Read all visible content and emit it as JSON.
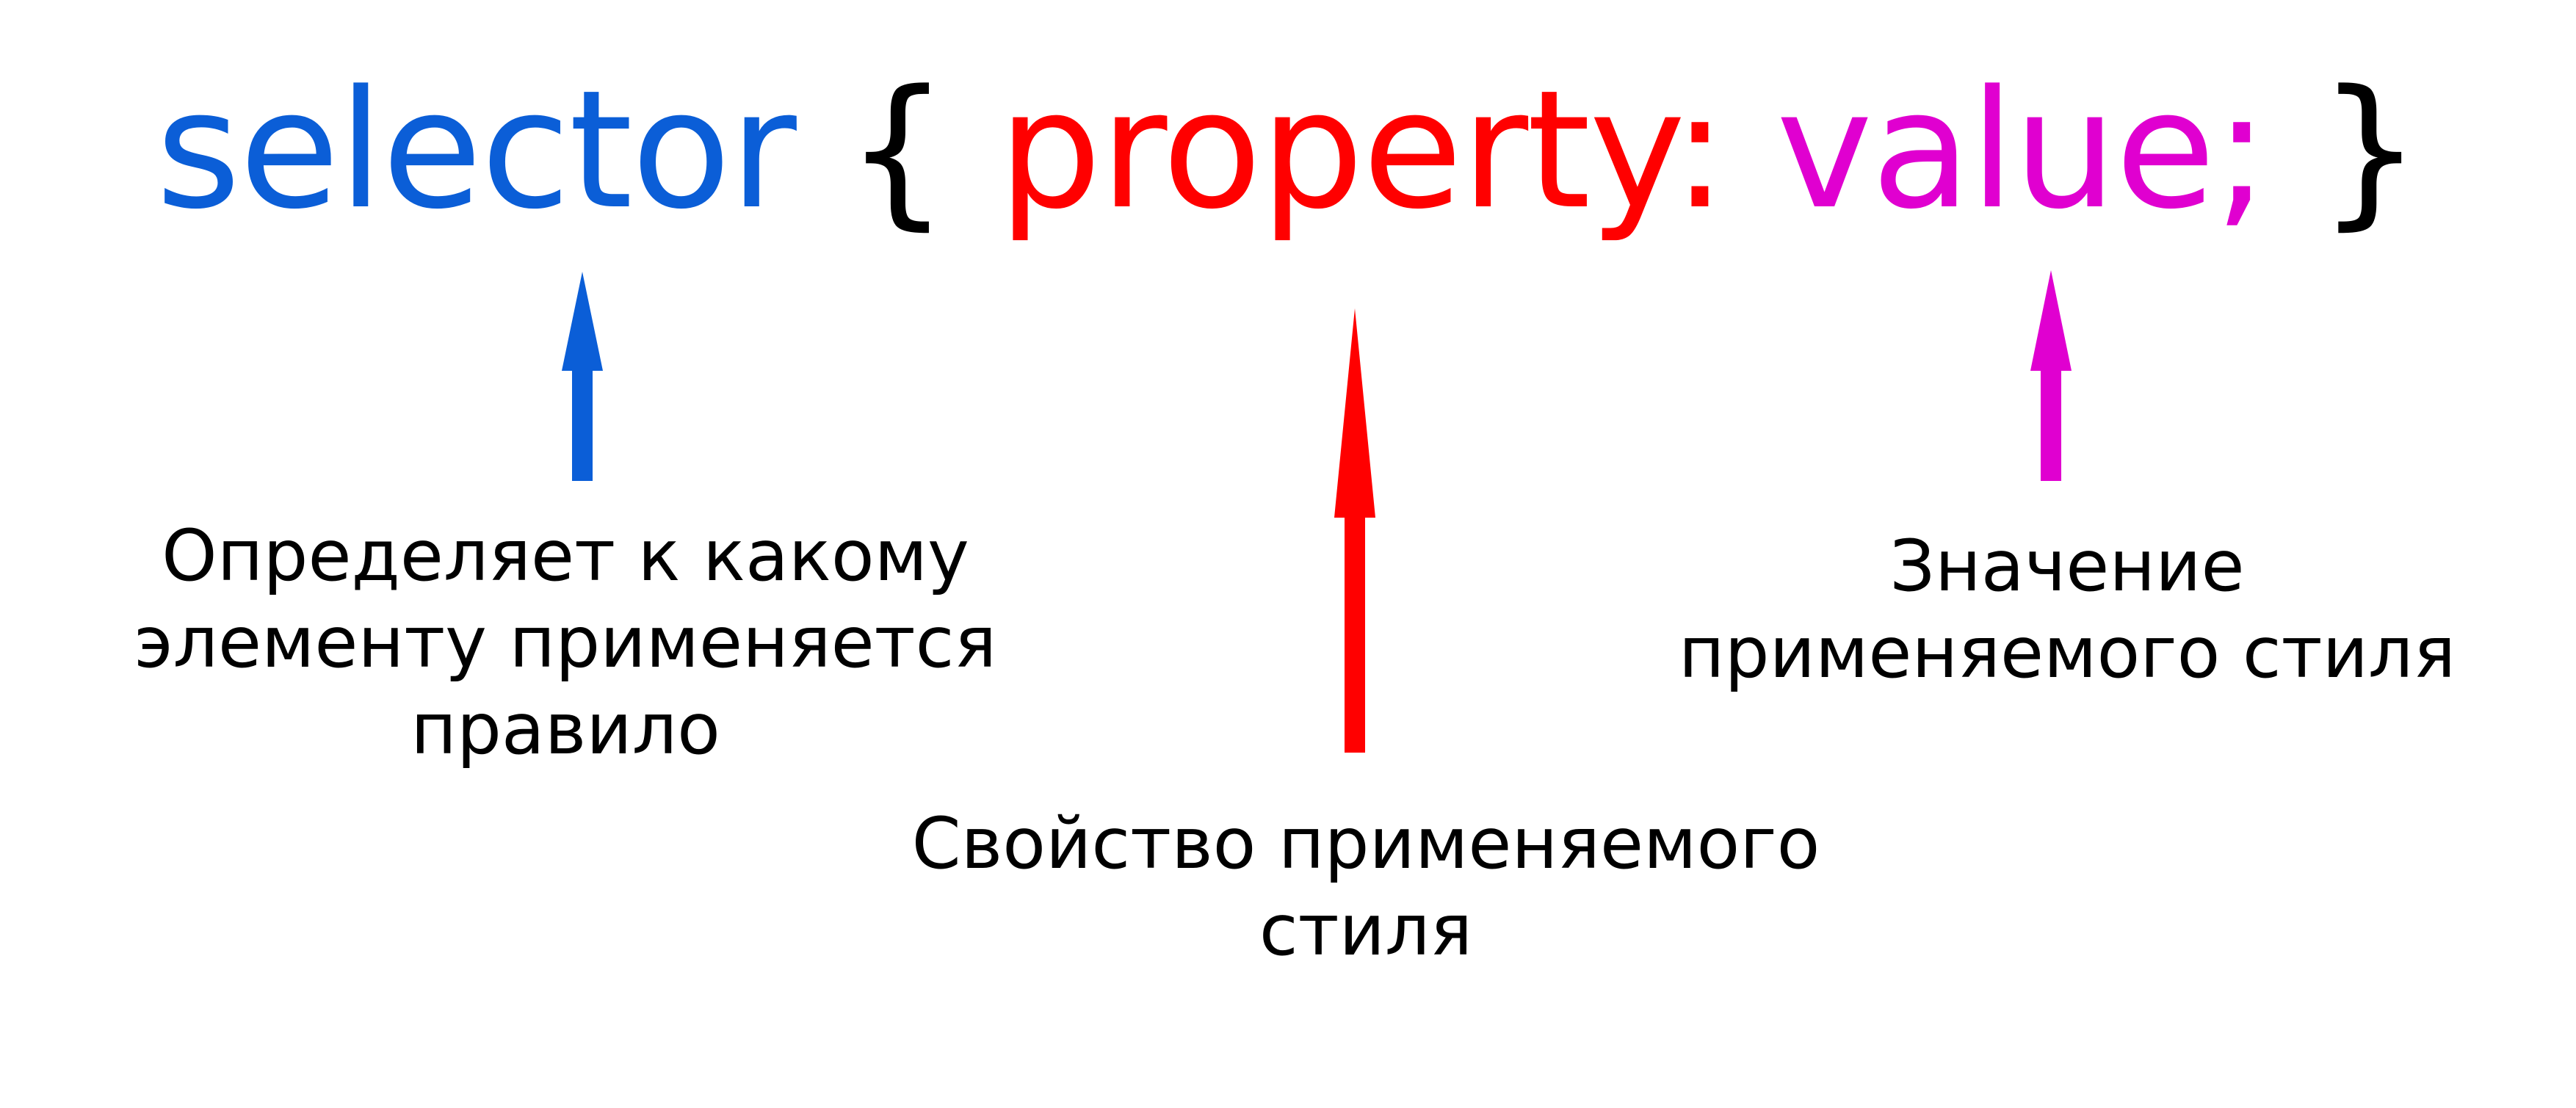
{
  "rule": {
    "selector": "selector",
    "open_brace": "{",
    "property": "property:",
    "value": "value;",
    "close_brace": "}"
  },
  "labels": {
    "selector": {
      "lines": [
        "Определяет к какому",
        "элементу применяется",
        "правило"
      ]
    },
    "property": {
      "lines": [
        "Свойство применяемого",
        "стиля"
      ]
    },
    "value": {
      "lines": [
        "Значение",
        "применяемого стиля"
      ]
    }
  },
  "colors": {
    "selector": "#0b5ed7",
    "property": "#ff0000",
    "value": "#e000d0",
    "text": "#000000",
    "background": "#ffffff"
  }
}
